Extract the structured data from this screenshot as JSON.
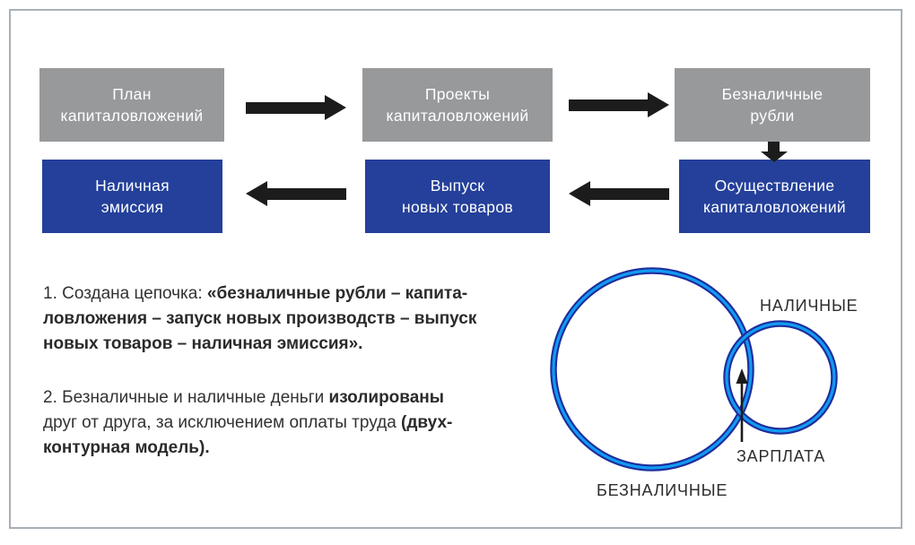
{
  "flowchart": {
    "top_row": [
      {
        "line1": "План",
        "line2": "капиталовложений"
      },
      {
        "line1": "Проекты",
        "line2": "капиталовложений"
      },
      {
        "line1": "Безналичные",
        "line2": "рубли"
      }
    ],
    "bottom_row": [
      {
        "line1": "Наличная",
        "line2": "эмиссия"
      },
      {
        "line1": "Выпуск",
        "line2": "новых товаров"
      },
      {
        "line1": "Осуществление",
        "line2": "капиталовложений"
      }
    ]
  },
  "notes": {
    "para1": {
      "line1_regular": "1. Создана цепочка: ",
      "line1_bold": "«безналичные рубли – капита-",
      "line2_bold": "ловложения – запуск новых производств – выпуск",
      "line3_bold": "новых товаров – наличная эмиссия»."
    },
    "para2": {
      "line1_regular": "2. Безналичные и наличные деньги ",
      "line1_bold": "изолированы",
      "line2_regular": "друг от друга, за исключением оплаты труда ",
      "line2_bold": "(двух-",
      "line3_bold": "контурная модель)."
    }
  },
  "venn": {
    "large_circle_label": "БЕЗНАЛИЧНЫЕ",
    "small_circle_label": "НАЛИЧНЫЕ",
    "overlap_label": "ЗАРПЛАТА"
  },
  "colors": {
    "gray_box": "#97999b",
    "blue_box": "#24409a",
    "arrow": "#1c1c1c",
    "circle_outer": "#1e2d9c",
    "circle_inner": "#119bf2",
    "frame_border": "#a8b0b6",
    "text": "#323234"
  }
}
